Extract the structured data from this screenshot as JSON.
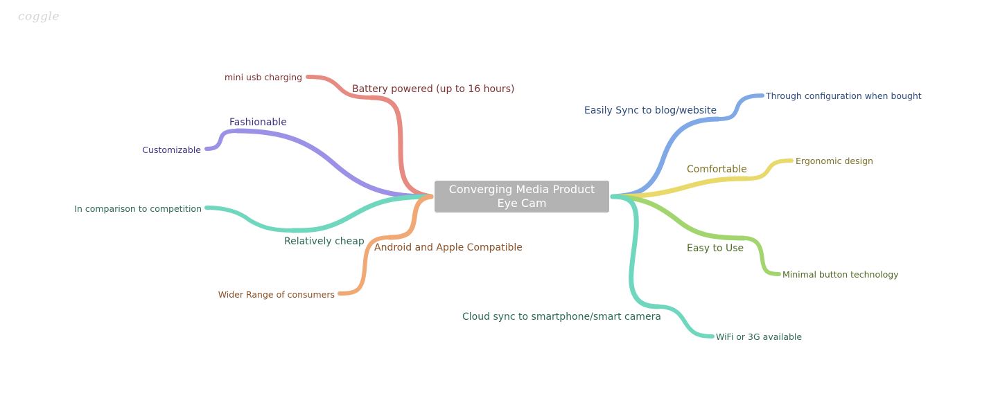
{
  "branding": {
    "logo_text": "coggle"
  },
  "root": {
    "line1": "Converging Media Product",
    "line2": "Eye Cam"
  },
  "colors": {
    "red": "#e68a82",
    "purple": "#9b91e6",
    "teal": "#6fd7be",
    "orange": "#f0a874",
    "blue": "#7ea8e6",
    "yellow": "#e8d96a",
    "green": "#a2d56e",
    "text_red": "#7d3030",
    "text_purple": "#3d3380",
    "text_teal": "#2b6a58",
    "text_orange": "#8a5026",
    "text_blue": "#2c4c7a",
    "text_yellow": "#7d7026",
    "text_green": "#4f6a26"
  },
  "branches": {
    "battery": {
      "label": "Battery powered (up to 16 hours)",
      "child": "mini usb charging"
    },
    "fashionable": {
      "label": "Fashionable",
      "child": "Customizable"
    },
    "cheap": {
      "label": "Relatively cheap",
      "child": "In comparison to competition"
    },
    "compatible": {
      "label": "Android and Apple Compatible",
      "child": "Wider Range of consumers"
    },
    "sync": {
      "label": "Easily Sync to blog/website",
      "child": "Through configuration when bought"
    },
    "comfortable": {
      "label": "Comfortable",
      "child": "Ergonomic design"
    },
    "easy": {
      "label": "Easy to Use",
      "child": "Minimal button technology"
    },
    "cloud": {
      "label": "Cloud sync to smartphone/smart camera",
      "child": "WiFi or 3G available"
    }
  }
}
